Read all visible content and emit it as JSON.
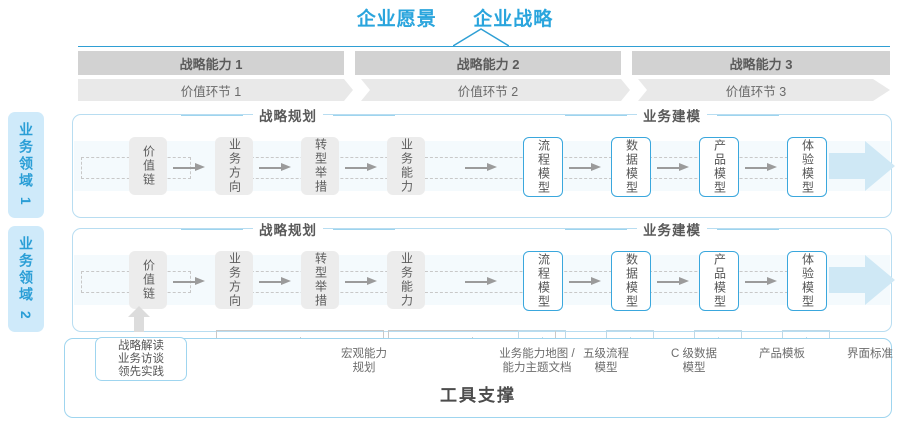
{
  "header": {
    "vision_title": "企业愿景",
    "strategy_title": "企业战略"
  },
  "capability_band": {
    "items": [
      {
        "label": "战略能力 1"
      },
      {
        "label": "战略能力 2"
      },
      {
        "label": "战略能力 3"
      }
    ]
  },
  "value_band": {
    "items": [
      {
        "label": "价值环节 1"
      },
      {
        "label": "价值环节 2"
      },
      {
        "label": "价值环节 3"
      }
    ]
  },
  "domains": [
    {
      "label": "业务领域 1"
    },
    {
      "label": "业务领域 2"
    }
  ],
  "sections": {
    "planning_title": "战略规划",
    "modeling_title": "业务建模"
  },
  "nodes": {
    "planning": [
      {
        "label": "价值链"
      },
      {
        "label": "业务方向"
      },
      {
        "label": "转型举措"
      },
      {
        "label": "业务能力"
      }
    ],
    "modeling": [
      {
        "label": "流程模型"
      },
      {
        "label": "数据模型"
      },
      {
        "label": "产品模型"
      },
      {
        "label": "体验模型"
      }
    ]
  },
  "tools": {
    "title": "工具支撑",
    "box": {
      "line1": "战略解读",
      "line2": "业务访谈",
      "line3": "领先实践"
    },
    "labels": [
      {
        "line1": "宏观能力",
        "line2": "规划"
      },
      {
        "line1": "业务能力地图 /",
        "line2": "能力主题文档"
      },
      {
        "line1": "五级流程",
        "line2": "模型"
      },
      {
        "line1": "C 级数据",
        "line2": "模型"
      },
      {
        "line1": "产品模板",
        "line2": ""
      },
      {
        "line1": "界面标准",
        "line2": ""
      }
    ]
  },
  "colors": {
    "accent_blue": "#2aa5dd",
    "band_gray": "#d2d2d2",
    "strip_gray": "#e9e9e9",
    "node_gray": "#ececec",
    "arrow_blue": "#cfe8f5",
    "domain_tab": "#cfeafa"
  }
}
